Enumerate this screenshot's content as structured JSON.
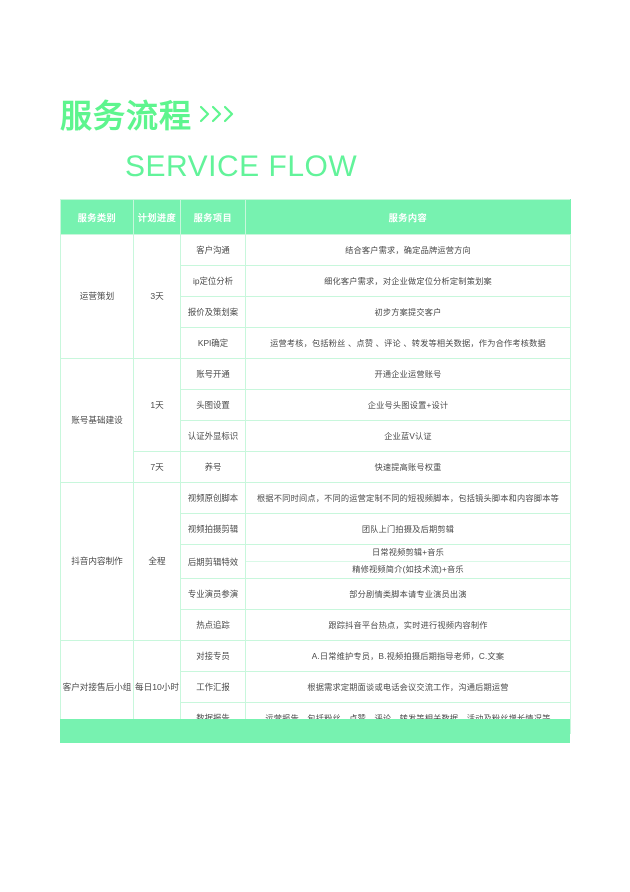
{
  "heading": {
    "title_cn": "服务流程",
    "title_en": "SERVICE FLOW",
    "chevron_icon": "chevrons-right-icon",
    "accent_color": "#5ef58e",
    "header_color": "#77f2b0"
  },
  "table": {
    "columns": [
      "服务类别",
      "计划进度",
      "服务项目",
      "服务内容"
    ],
    "sections": [
      {
        "category": "运营策划",
        "progress_groups": [
          {
            "progress": "3天",
            "rows": [
              {
                "item": "客户沟通",
                "desc": [
                  "结合客户需求，确定品牌运营方向"
                ]
              },
              {
                "item": "ip定位分析",
                "desc": [
                  "细化客户需求，对企业做定位分析定制策划案"
                ]
              },
              {
                "item": "报价及策划案",
                "desc": [
                  "初步方案提交客户"
                ]
              },
              {
                "item": "KPI确定",
                "desc": [
                  "运营考核，包括粉丝 、点赞 、评论 、转发等相关数据，作为合作考核数据"
                ]
              }
            ]
          }
        ]
      },
      {
        "category": "账号基础建设",
        "progress_groups": [
          {
            "progress": "1天",
            "rows": [
              {
                "item": "账号开通",
                "desc": [
                  "开通企业运营账号"
                ]
              },
              {
                "item": "头图设置",
                "desc": [
                  "企业号头图设置+设计"
                ]
              },
              {
                "item": "认证外显标识",
                "desc": [
                  "企业蓝V认证"
                ]
              }
            ]
          },
          {
            "progress": "7天",
            "rows": [
              {
                "item": "养号",
                "desc": [
                  "快速提高账号权重"
                ]
              }
            ]
          }
        ]
      },
      {
        "category": "抖音内容制作",
        "progress_groups": [
          {
            "progress": "全程",
            "rows": [
              {
                "item": "视频原创脚本",
                "desc": [
                  "根据不同时间点，不同的运营定制不同的短视频脚本，包括镜头脚本和内容脚本等"
                ]
              },
              {
                "item": "视频拍摄剪辑",
                "desc": [
                  "团队上门拍摄及后期剪辑"
                ]
              },
              {
                "item": "后期剪辑特效",
                "desc": [
                  "日常视频剪辑+音乐",
                  "精修视频简介(如技术流)+音乐"
                ]
              },
              {
                "item": "专业演员参演",
                "desc": [
                  "部分剧情类脚本请专业演员出演"
                ]
              },
              {
                "item": "热点追踪",
                "desc": [
                  "跟踪抖音平台热点，实时进行视频内容制作"
                ]
              }
            ]
          }
        ]
      },
      {
        "category": "客户对接售后小组",
        "progress_groups": [
          {
            "progress": "每日10小时",
            "rows": [
              {
                "item": "对接专员",
                "desc": [
                  "A.日常维护专员，B.视频拍摄后期指导老师，C.文案"
                ]
              },
              {
                "item": "工作汇报",
                "desc": [
                  "根据需求定期面谈或电话会议交流工作，沟通后期运营"
                ]
              },
              {
                "item": "数据报告",
                "desc": [
                  "运营报告、包括粉丝、点赞、评论、转发等相关数据、活动及粉丝增长情况等"
                ]
              }
            ]
          }
        ]
      }
    ]
  }
}
